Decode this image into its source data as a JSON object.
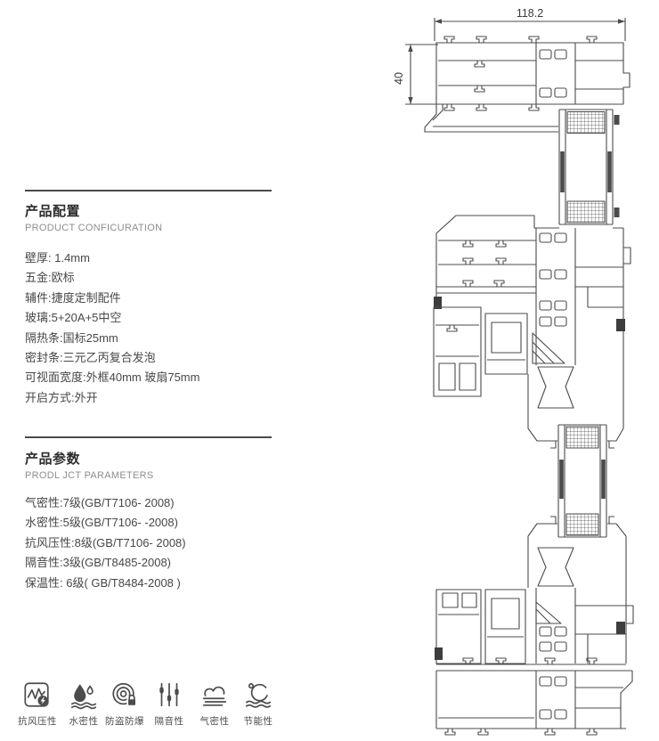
{
  "config_section": {
    "title": "产品配置",
    "subtitle": "PRODUCT CONFICURATION",
    "items": [
      "壁厚: 1.4mm",
      "五金:欧标",
      "辅件:捷度定制配件",
      "玻璃:5+20A+5中空",
      "隔热条:国标25mm",
      "密封条:三元乙丙复合发泡",
      "可视面宽度:外框40mm 玻扇75mm",
      "开启方式:外开"
    ]
  },
  "params_section": {
    "title": "产品参数",
    "subtitle": "PRODL JCT PARAMETERS",
    "items": [
      "气密性:7级(GB/T7106- 2008)",
      "水密性:5级(GB/T7106- -2008)",
      "抗风压性:8级(GB/T7106- 2008)",
      "隔音性:3级(GB/T8485-2008)",
      "保温性: 6级( GB/T8484-2008 )"
    ]
  },
  "features": [
    {
      "label": "抗风压性",
      "icon": "wind-pressure-icon"
    },
    {
      "label": "水密性",
      "icon": "water-tightness-icon"
    },
    {
      "label": "防盗防爆",
      "icon": "anti-theft-icon"
    },
    {
      "label": "隔音性",
      "icon": "sound-insulation-icon"
    },
    {
      "label": "气密性",
      "icon": "air-tightness-icon"
    },
    {
      "label": "节能性",
      "icon": "energy-saving-icon"
    }
  ],
  "drawing": {
    "width_dim": "118.2",
    "depth_dim": "40",
    "line_color": "#4b4b4d"
  }
}
